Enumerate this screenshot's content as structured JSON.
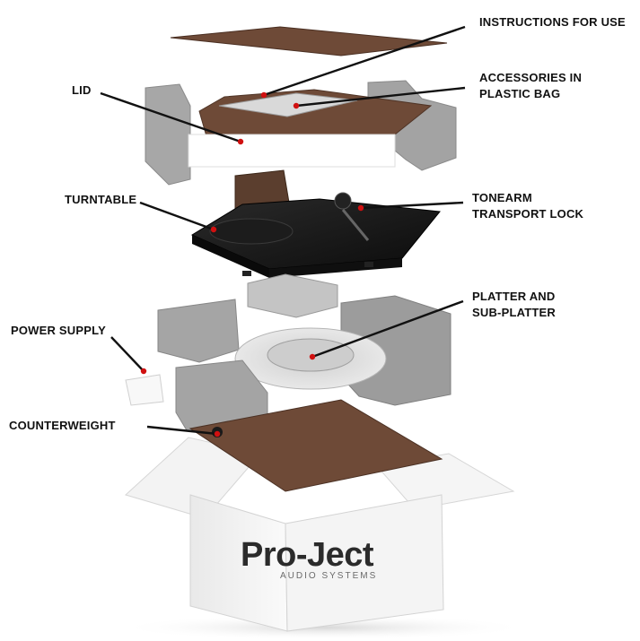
{
  "colors": {
    "leader_line": "#111111",
    "callout_dot": "#d01010",
    "foam": "#a7a7a7",
    "foam_dark": "#8e8e8e",
    "brown_board": "#6e4a37",
    "plinth": "#141414",
    "box": "#f1f1f1"
  },
  "callouts": {
    "instructions": {
      "line1": "INSTRUCTIONS FOR USE"
    },
    "accessories": {
      "line1": "ACCESSORIES IN",
      "line2": "PLASTIC BAG"
    },
    "lid": {
      "line1": "LID"
    },
    "turntable": {
      "line1": "TURNTABLE"
    },
    "tonearm_lock": {
      "line1": "TONEARM",
      "line2": "TRANSPORT LOCK"
    },
    "platter": {
      "line1": "PLATTER AND",
      "line2": "SUB-PLATTER"
    },
    "power_supply": {
      "line1": "POWER SUPPLY"
    },
    "counterweight": {
      "line1": "COUNTERWEIGHT"
    }
  },
  "box": {
    "brand_name": "Pro-Ject",
    "brand_sub": "AUDIO SYSTEMS"
  }
}
